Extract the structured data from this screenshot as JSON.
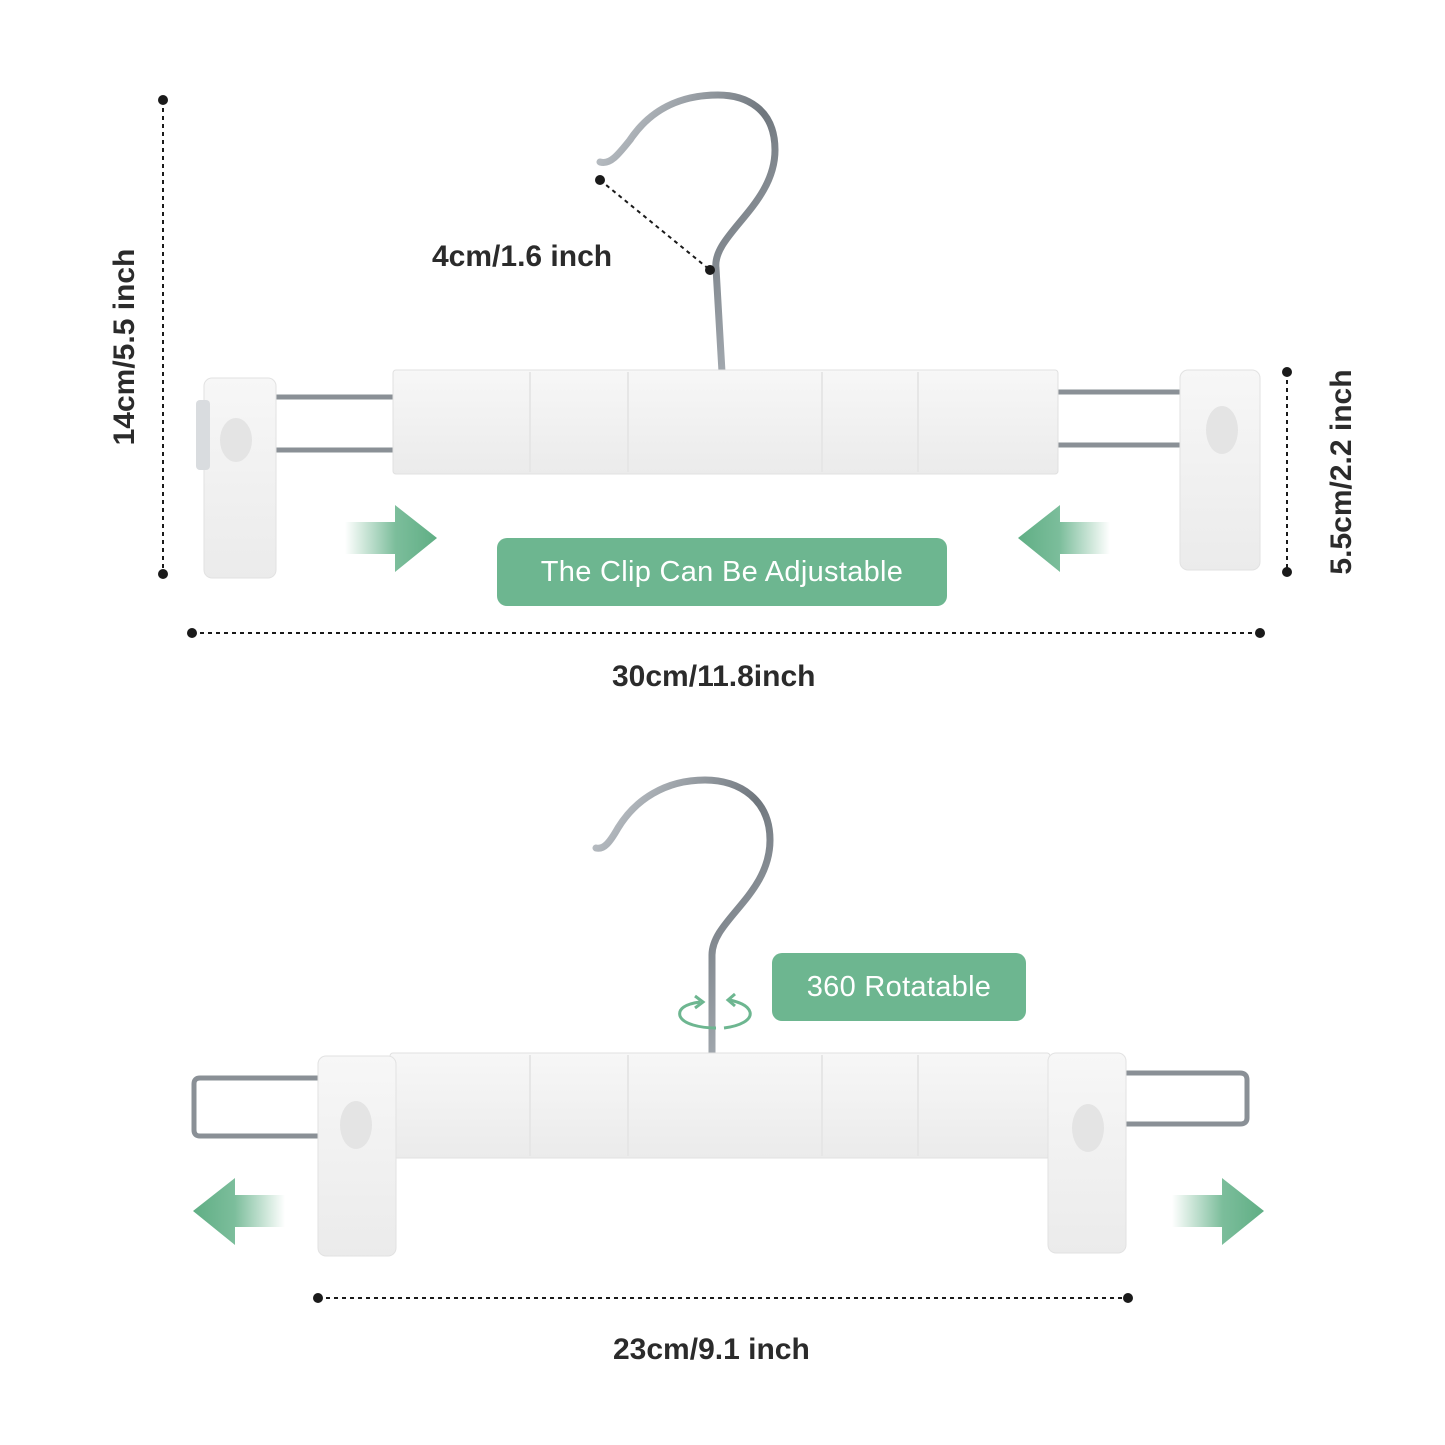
{
  "colors": {
    "accent": "#6db690",
    "text": "#2b2b2b",
    "metal": "#8a9096",
    "plastic": "#f2f2f2"
  },
  "top_hanger": {
    "hook_size_label": "4cm/1.6 inch",
    "height_label": "14cm/5.5 inch",
    "clip_height_label": "5.5cm/2.2 inch",
    "width_label": "30cm/11.8inch",
    "feature_badge": "The Clip Can Be Adjustable"
  },
  "bottom_hanger": {
    "feature_badge": "360 Rotatable",
    "width_label": "23cm/9.1 inch"
  },
  "icons": [
    "arrow-right-icon",
    "arrow-left-icon",
    "rotate-icon"
  ]
}
